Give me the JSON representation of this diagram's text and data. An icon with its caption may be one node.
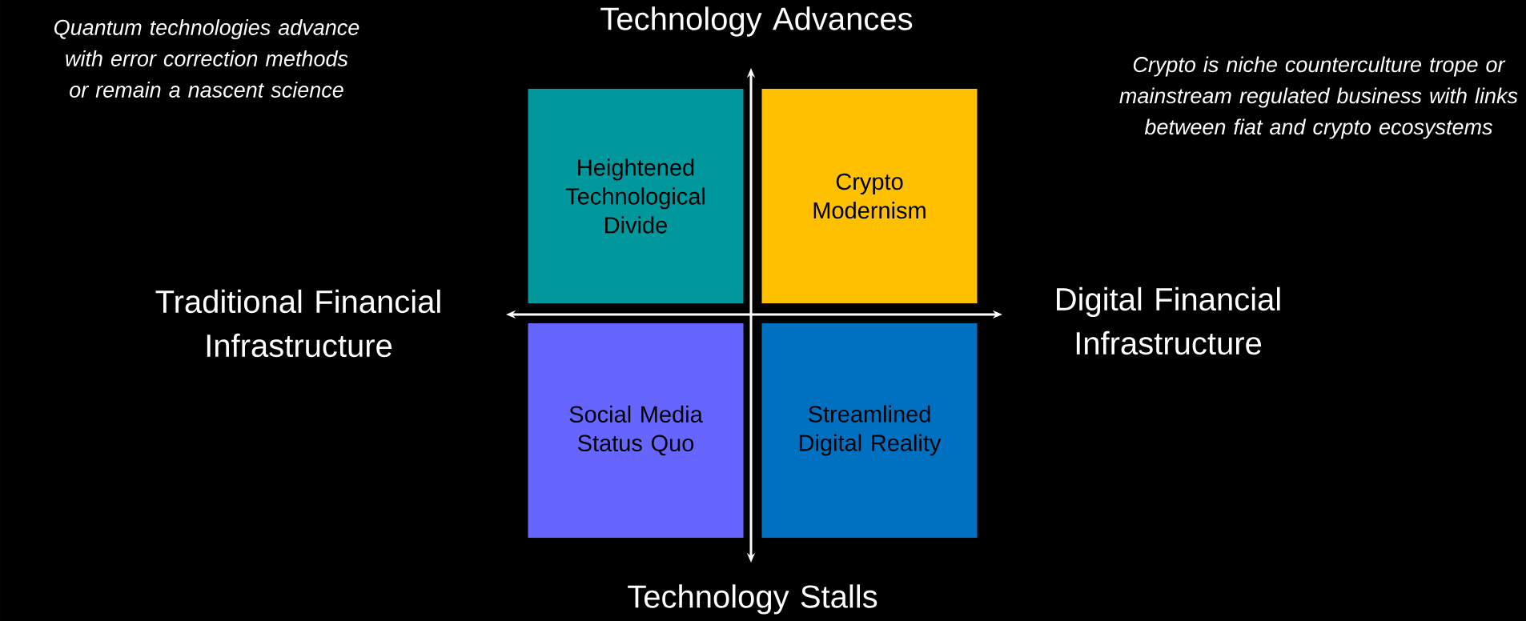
{
  "diagram": {
    "nodes": [
      {
        "text": [
          "Heightened Technological Divide"
        ]
      },
      {
        "text": [
          "Crypto Modernism"
        ]
      },
      {
        "text": [
          "Social Media Status Quo"
        ]
      },
      {
        "text": [
          "Streamlined Digital Reality"
        ]
      }
    ],
    "labels": [
      "Quantum technologies advance with error correction methods or remain a nascent science",
      "Technology Advances",
      "Crypto is niche counterculture trope or mainstream regulated business with links between fiat and crypto ecosystems",
      "Traditional Financial Infrastructure",
      "Digital Financial Infrastructure",
      "Technology Stalls"
    ]
  }
}
